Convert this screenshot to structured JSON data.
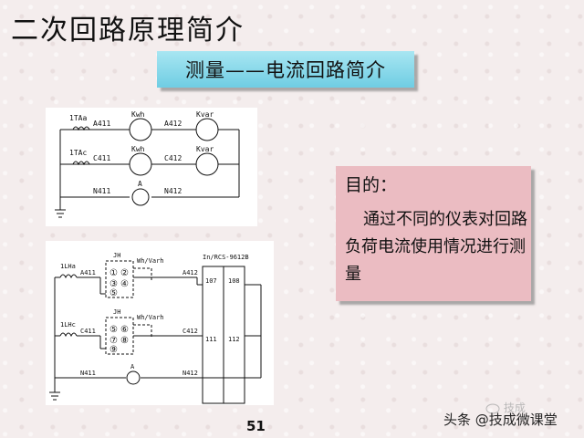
{
  "slide": {
    "title": "二次回路原理简介",
    "subtitle": "测量——电流回路简介",
    "page_number": "51"
  },
  "purpose_box": {
    "title": "目的：",
    "body": "通过不同的仪表对回路负荷电流使用情况进行测量"
  },
  "diagram_a": {
    "ct_a": "1TAa",
    "ct_c": "1TAc",
    "meter_kwh": "Kwh",
    "meter_kvar": "Kvar",
    "meter_a": "A",
    "w_a411": "A411",
    "w_a412": "A412",
    "w_c411": "C411",
    "w_c412": "C412",
    "w_n411": "N411",
    "w_n412": "N412"
  },
  "diagram_b": {
    "ct_a": "1LHa",
    "ct_c": "1LHc",
    "jh": "JH",
    "whvarh": "Wh/Varh",
    "device": "In/RCS-9612B",
    "t107": "107",
    "t108": "108",
    "t111": "111",
    "t112": "112",
    "w_a411": "A411",
    "w_a412": "A412",
    "w_c411": "C411",
    "w_c412": "C412",
    "w_n411": "N411",
    "w_n412": "N412",
    "meter_a": "A"
  },
  "watermark": {
    "text": "技成"
  },
  "source": {
    "label": "头条 @技成微课堂"
  }
}
